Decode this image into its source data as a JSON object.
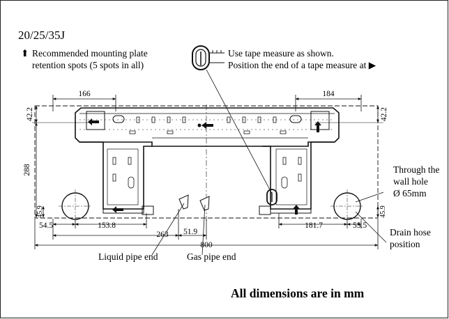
{
  "model": "20/25/35J",
  "legend": {
    "line1": "Recommended mounting plate",
    "line2": "retention spots (5 spots in all)"
  },
  "tape_note": {
    "line1": "Use tape measure as shown.",
    "line2": "Position the end of a tape measure at ▶"
  },
  "dimensions": {
    "left_top": "166",
    "right_top": "184",
    "height_left_top": "42.2",
    "height_right_top": "42.2",
    "height_total": "288",
    "left_hole_v": "45.9",
    "right_hole_v": "45.9",
    "left_hole_h": "54.5",
    "left_153": "153.8",
    "left_263": "263",
    "center_519": "51.9",
    "total_width": "800",
    "right_181": "181.7",
    "right_555": "55.5"
  },
  "labels": {
    "through_hole_1": "Through the",
    "through_hole_2": "wall hole",
    "through_hole_3": "Ø 65mm",
    "drain_1": "Drain hose",
    "drain_2": "position",
    "liquid": "Liquid pipe end",
    "gas": "Gas pipe end"
  },
  "footer": "All dimensions are in mm"
}
